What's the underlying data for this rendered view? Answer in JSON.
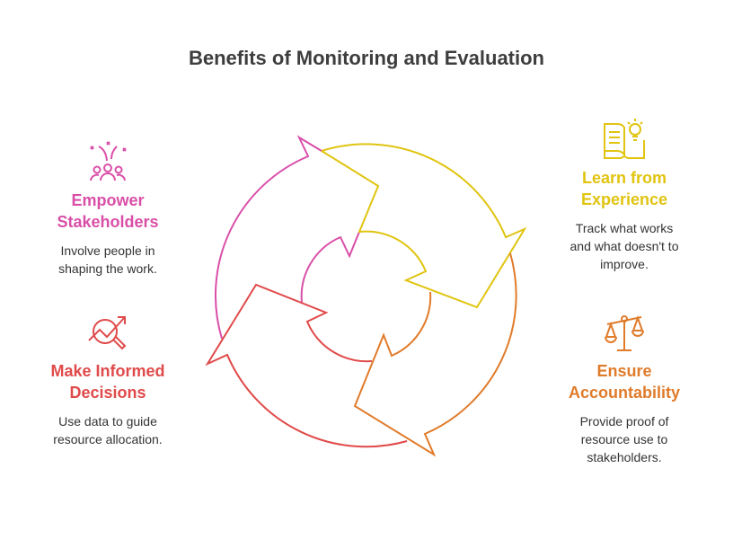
{
  "title": "Benefits of Monitoring and Evaluation",
  "colors": {
    "pink": "#d94fa8",
    "yellow": "#e0c410",
    "orange": "#e07b2a",
    "red": "#e04a4a"
  },
  "items": [
    {
      "heading_1": "Empower",
      "heading_2": "Stakeholders",
      "desc_1": "Involve people in",
      "desc_2": "shaping the work.",
      "icon": "people-celebration-icon"
    },
    {
      "heading_1": "Learn from",
      "heading_2": "Experience",
      "desc_1": "Track what works",
      "desc_2": "and what doesn't to",
      "desc_3": "improve.",
      "icon": "book-lightbulb-icon"
    },
    {
      "heading_1": "Make Informed",
      "heading_2": "Decisions",
      "desc_1": "Use data to guide",
      "desc_2": "resource allocation.",
      "icon": "magnifier-trend-icon"
    },
    {
      "heading_1": "Ensure",
      "heading_2": "Accountability",
      "desc_1": "Provide proof of",
      "desc_2": "resource use to",
      "desc_3": "stakeholders.",
      "icon": "scales-icon"
    }
  ]
}
